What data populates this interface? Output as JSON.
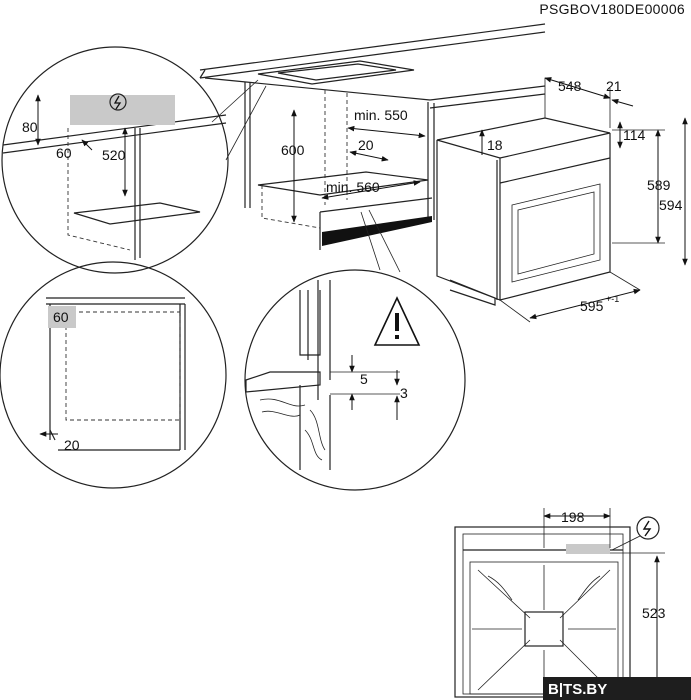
{
  "document_code": "PSGBOV180DE00006",
  "watermark": "B|TS.BY",
  "hob_cutout": {
    "height": "600",
    "width": "min. 550",
    "depth": "min. 560",
    "gap": "20"
  },
  "detail_top_left": {
    "above": "80",
    "offset": "60",
    "height": "520"
  },
  "detail_mid_left": {
    "width": "60",
    "bottom": "20"
  },
  "oven": {
    "depth": "548",
    "door": "21",
    "top_offset": "114",
    "panel": "18",
    "height_inner": "589",
    "height": "594",
    "width": "595",
    "width_tolerance": "+-1"
  },
  "detail_clearance": {
    "gap_a": "5",
    "gap_b": "3"
  },
  "top_view": {
    "width": "198",
    "depth": "523"
  },
  "icons": [
    "power-icon",
    "warning-icon"
  ]
}
